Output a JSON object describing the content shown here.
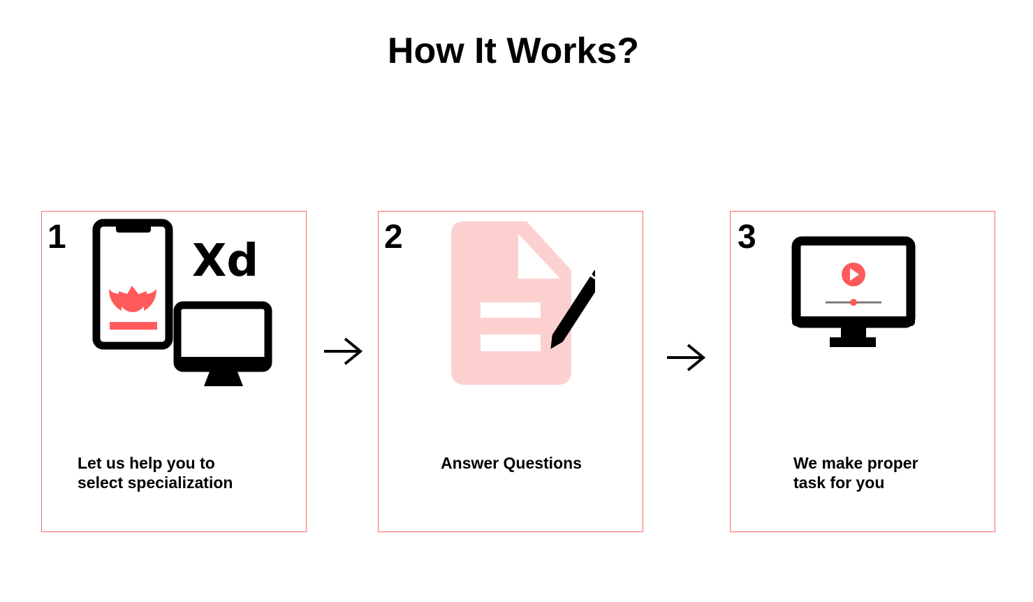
{
  "page": {
    "title": "How It Works?"
  },
  "steps": [
    {
      "number": "1",
      "text_line1": "Let us help you to",
      "text_line2": "select specialization",
      "icon": "design-devices-icon",
      "icon_label": "Xd"
    },
    {
      "number": "2",
      "text": "Answer Questions",
      "icon": "document-edit-icon"
    },
    {
      "number": "3",
      "text_line1": "We make proper",
      "text_line2": "task for you",
      "icon": "monitor-video-icon"
    }
  ],
  "colors": {
    "accent": "#ff5a5a",
    "accent_light": "#fdd0d0",
    "card_border": "#ff6b6b",
    "ink": "#000000",
    "slider_gray": "#7a7a7a"
  }
}
